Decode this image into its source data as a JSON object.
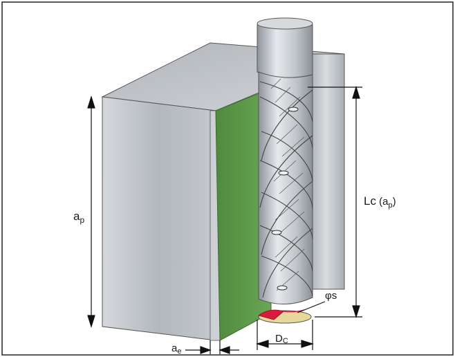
{
  "labels": {
    "ap_main": "a",
    "ap_main_sub": "p",
    "lc": "Lc",
    "lc_paren_open": " (a",
    "lc_paren_sub": "p",
    "lc_paren_close": ")",
    "phi": "φs",
    "ae": "a",
    "ae_sub": "e",
    "dc": "D",
    "dc_sub": "C"
  },
  "colors": {
    "frame": "#222222",
    "workpiece_front": "#b9bec3",
    "workpiece_top": "#cfd3d7",
    "workpiece_back": "#a7acb1",
    "cut_face": "#5f9a4c",
    "tool_body": "#c8cdd2",
    "tool_shade": "#9aa0a6",
    "cutting_edge": "#d81b3c",
    "contact_area": "#e8d79a",
    "dimension_line": "#111111"
  }
}
